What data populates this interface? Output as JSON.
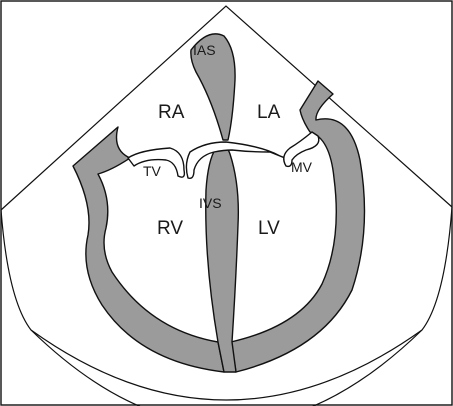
{
  "labels": {
    "ias": "IAS",
    "ra": "RA",
    "la": "LA",
    "tv": "TV",
    "mv": "MV",
    "ivs": "IVS",
    "rv": "RV",
    "lv": "LV"
  }
}
